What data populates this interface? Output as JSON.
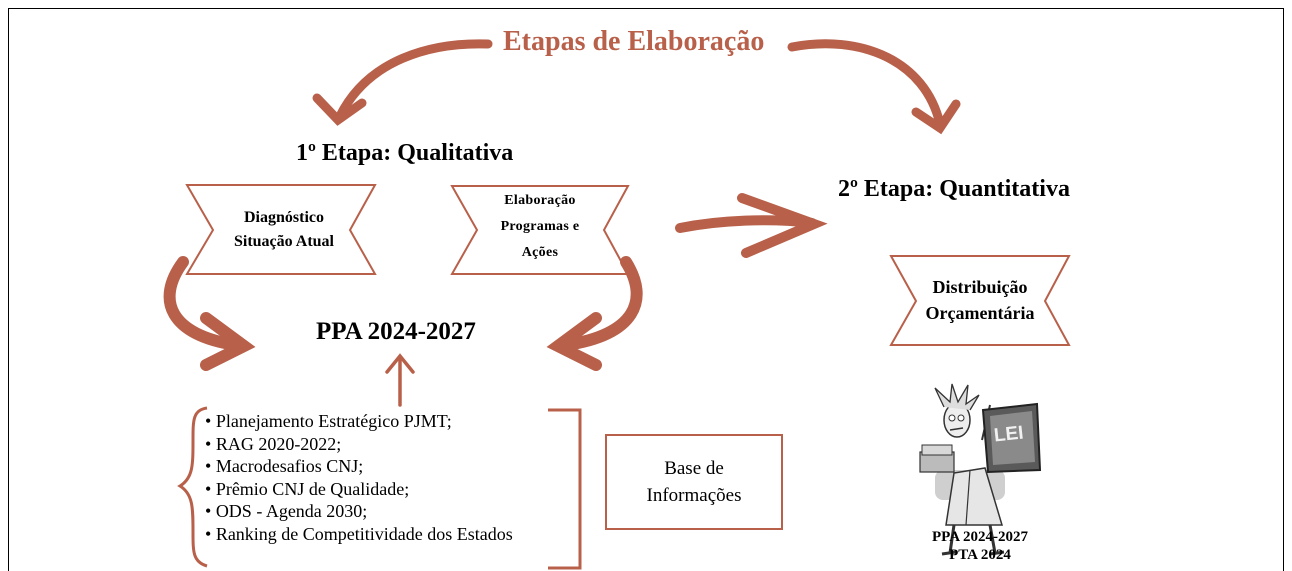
{
  "title": "Etapas de Elaboração",
  "stage1": {
    "title": "1º Etapa: Qualitativa",
    "box_left": {
      "line1": "Diagnóstico",
      "line2": "Situação Atual"
    },
    "box_right": {
      "line1": "Elaboração",
      "line2": "Programas e",
      "line3": "Ações"
    },
    "result": "PPA 2024-2027"
  },
  "stage2": {
    "title": "2º Etapa: Quantitativa",
    "box": {
      "line1": "Distribuição",
      "line2": "Orçamentária"
    },
    "figure_sign": "LEI",
    "output": {
      "line1": "PPA 2024-2027",
      "line2": "PTA 2024"
    }
  },
  "sources": {
    "items": [
      "Planejamento Estratégico PJMT;",
      "RAG 2020-2022;",
      "Macrodesafios CNJ;",
      "Prêmio CNJ de Qualidade;",
      "ODS - Agenda 2030;",
      "Ranking de Competitividade dos Estados"
    ],
    "label": {
      "line1": "Base de",
      "line2": "Informações"
    }
  },
  "colors": {
    "accent": "#b8604a",
    "text": "#000000",
    "border": "#000000"
  }
}
